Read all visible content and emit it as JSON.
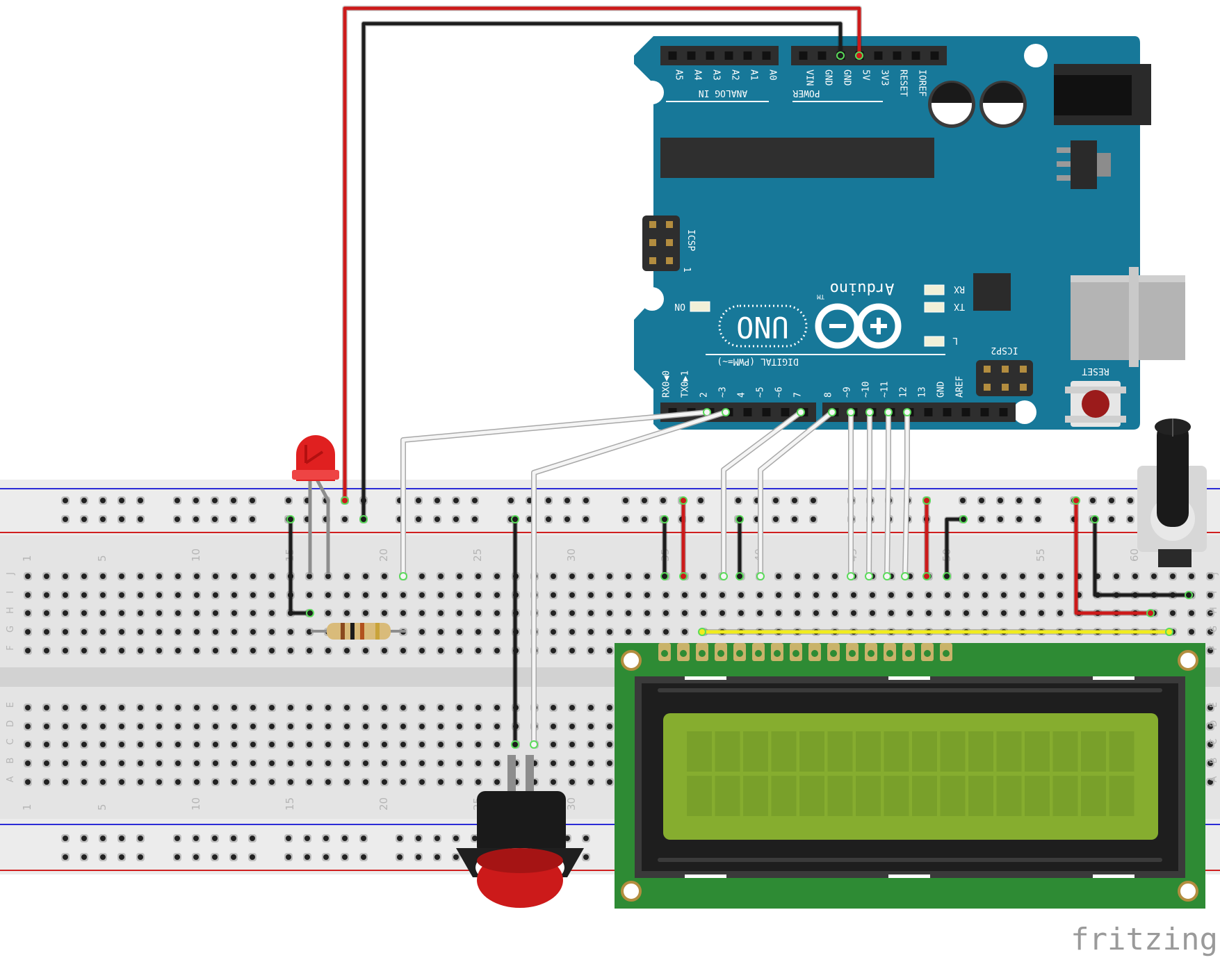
{
  "arduino": {
    "analog_header_label": "ANALOG IN",
    "analog_pins": [
      "A5",
      "A4",
      "A3",
      "A2",
      "A1",
      "A0"
    ],
    "power_header_label": "POWER",
    "power_pins": [
      "VIN",
      "GND",
      "GND",
      "5V",
      "3V3",
      "RESET",
      "IOREF"
    ],
    "digital_header_label": "DIGITAL (PWM=~)",
    "digital_pins_low": [
      "RX0◀0",
      "TX0▶1",
      "2",
      "~3",
      "4",
      "~5",
      "~6",
      "7"
    ],
    "digital_pins_high": [
      "8",
      "~9",
      "~10",
      "~11",
      "12",
      "13",
      "GND",
      "AREF"
    ],
    "brand": "Arduino",
    "model": "UNO",
    "tm": "TM",
    "icsp_label": "ICSP",
    "icsp_pin1": "1",
    "icsp2_label": "ICSP2",
    "led_rx": "RX",
    "led_tx": "TX",
    "led_l": "L",
    "led_on": "ON",
    "reset_label": "RESET",
    "colors": {
      "board": "#177899",
      "header": "#2e2e2e"
    }
  },
  "breadboard": {
    "column_numbers_top": [
      "1",
      "5",
      "10",
      "15",
      "20",
      "25",
      "30",
      "35",
      "40",
      "45",
      "50",
      "55",
      "60"
    ],
    "column_numbers_bottom": [
      "1",
      "5",
      "10",
      "15",
      "20",
      "25",
      "30"
    ],
    "row_letters_top": [
      "J",
      "I",
      "H",
      "G",
      "F"
    ],
    "row_letters_bottom": [
      "E",
      "D",
      "C",
      "B",
      "A"
    ],
    "colors": {
      "body": "#e3e3e3",
      "rail_red": "#d01f1f",
      "rail_blue": "#2b2bd6"
    }
  },
  "components": {
    "led_color": "#e02020",
    "button_color": "#cc1a1a",
    "lcd_board_color": "#2e8b34",
    "lcd_screen_color": "#86ad2f",
    "resistor_color": "#d9bb7a"
  },
  "wires": {
    "colors": {
      "red": "#cc1a1a",
      "black": "#1c1c1c",
      "white": "#f5f5f5",
      "yellow": "#f1ec1e"
    }
  },
  "watermark": "fritzing"
}
